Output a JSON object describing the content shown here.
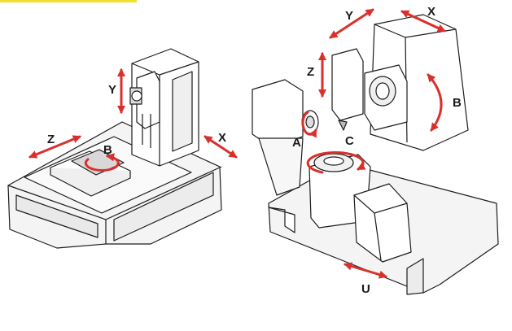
{
  "labels": {
    "left_y": "Y",
    "left_z": "Z",
    "left_x": "X",
    "left_b": "B",
    "right_y": "Y",
    "right_x": "X",
    "right_z": "Z",
    "right_b": "B",
    "right_a": "A",
    "right_c": "C",
    "right_u": "U"
  },
  "colors": {
    "arrow": "#d9302c",
    "line": "#1c1c1c",
    "fill": "#ffffff",
    "shade": "#eeeeee",
    "top_accent": "#f2df2a"
  }
}
